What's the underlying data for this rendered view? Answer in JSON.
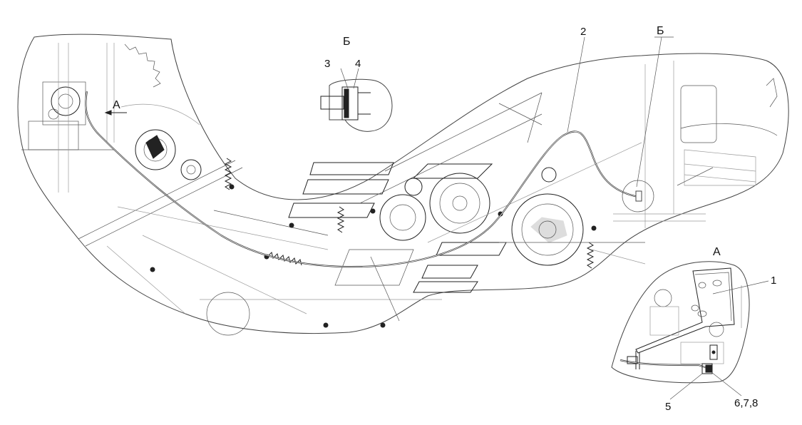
{
  "view_labels": {
    "view_a": "A",
    "view_a_inset": "A",
    "section_b_top": "Б",
    "section_b_right": "Б"
  },
  "callouts": {
    "c1": "1",
    "c2": "2",
    "c3": "3",
    "c4": "4",
    "c5": "5",
    "c678": "6,7,8"
  }
}
